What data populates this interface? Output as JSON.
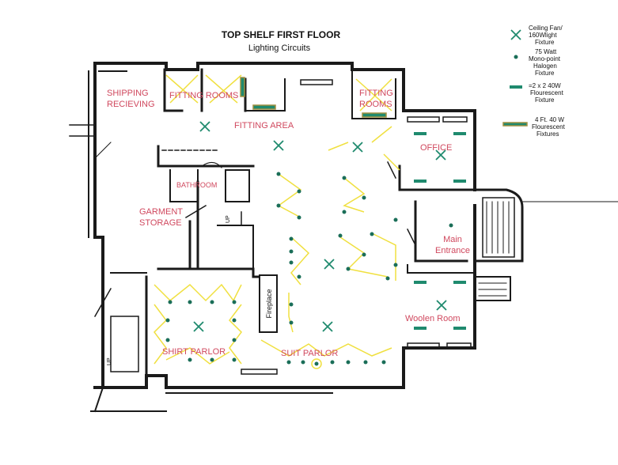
{
  "title": "TOP SHELF FIRST FLOOR",
  "subtitle": "Lighting Circuits",
  "legend": {
    "ceiling_fan": [
      "Ceiling Fan/",
      "160Wlight",
      "Fixture"
    ],
    "halogen": [
      "75 Watt",
      "Mono-point",
      "Halogen",
      "Fixture"
    ],
    "fluor_2x2": [
      "=2 x 2 40W",
      "Flourescent",
      "Fixture"
    ],
    "fluor_4ft": [
      "4 Ft. 40 W",
      "Flourescent",
      "Fixtures"
    ]
  },
  "rooms": {
    "shipping": [
      "SHIPPING",
      "RECIEVING"
    ],
    "fitting_rooms_left": "FITTING ROOMS",
    "fitting_rooms_right": [
      "FITTING",
      "ROOMS"
    ],
    "fitting_area": "FITTING AREA",
    "office": "OFFICE",
    "bathroom": "BATHROOM",
    "garment_storage": [
      "GARMENT",
      "STORAGE"
    ],
    "main_entrance": [
      "Main",
      "Entrance"
    ],
    "woolen_room": "Woolen Room",
    "shirt_parlor": "SHIRT PARLOR",
    "suit_parlor": "SUIT PARLOR",
    "fireplace": "Fireplace"
  },
  "colors": {
    "wall": "#1a1a1a",
    "room_label": "#d0485e",
    "fan": "#1f8a6e",
    "halogen": "#1a6e58",
    "fluorescent": "#1f8a6e",
    "fluor_4ft_border": "#a09040",
    "circuit": "#f0e040"
  }
}
